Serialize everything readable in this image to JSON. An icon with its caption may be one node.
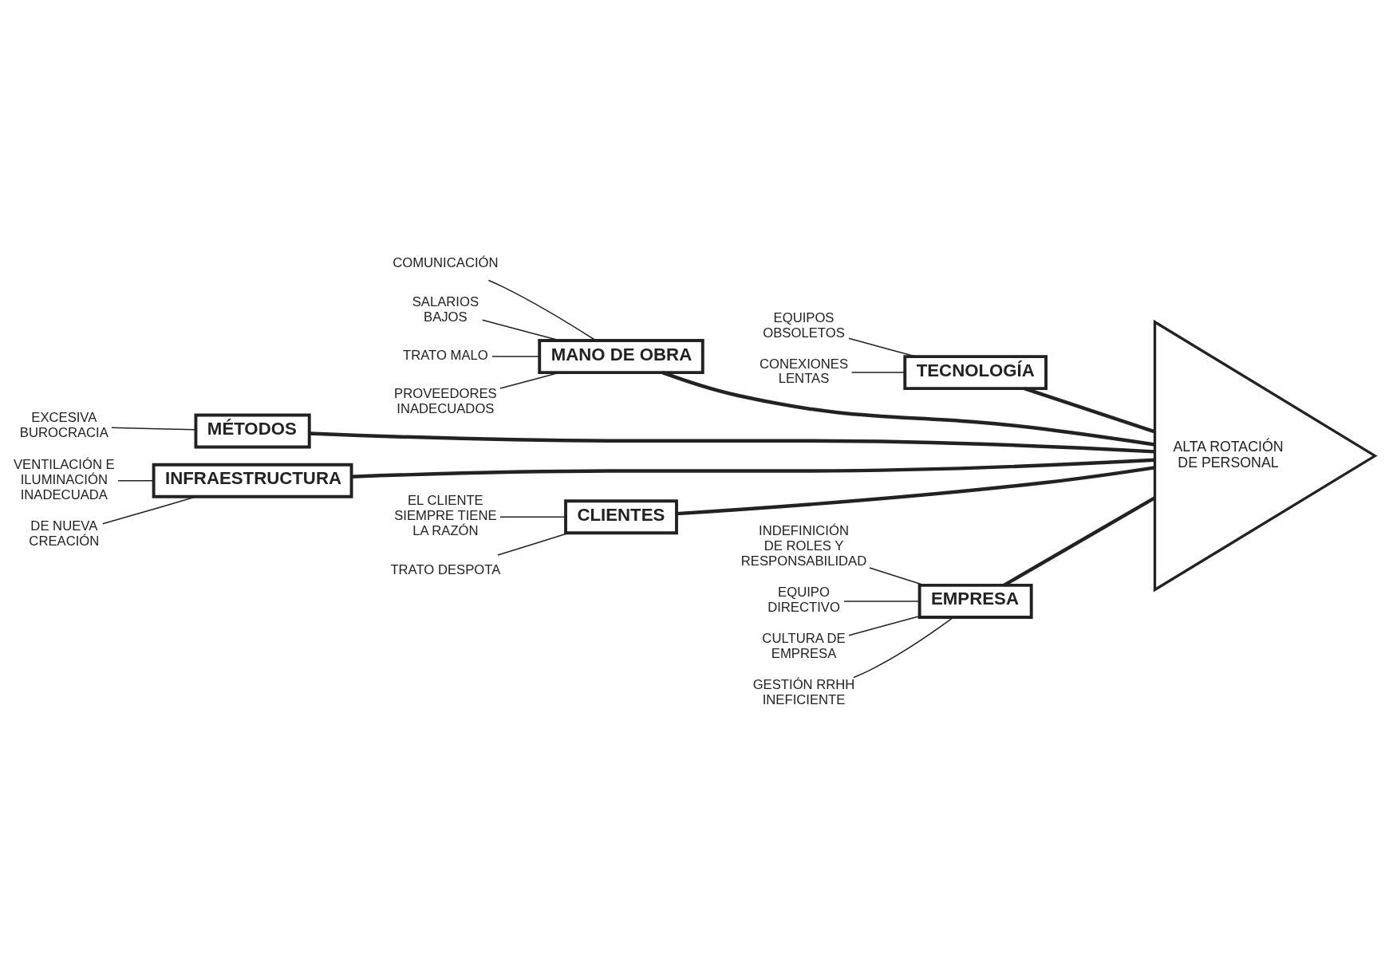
{
  "diagram": {
    "nodes": [
      {
        "text": [
          "MÉTODOS"
        ]
      },
      {
        "text": [
          "EXCESIVA BUROCRACIA"
        ]
      },
      {
        "text": [
          "MANO DE OBRA"
        ]
      },
      {
        "text": [
          "COMUNICACIÓN"
        ]
      },
      {
        "text": [
          "SALARIOS BAJOS"
        ]
      },
      {
        "text": [
          "TRATO MALO"
        ]
      },
      {
        "text": [
          "PROVEEDORES INADECUADOS"
        ]
      },
      {
        "text": [
          "TECNOLOGÍA"
        ]
      },
      {
        "text": [
          "EQUIPOS OBSOLETOS"
        ]
      },
      {
        "text": [
          "CONEXIONES LENTAS"
        ]
      },
      {
        "text": [
          "ALTA ROTACIÓN DE PERSONAL"
        ]
      },
      {
        "text": [
          "INFRAESTRUCTURA"
        ]
      },
      {
        "text": [
          "VENTILACIÓN E ILUMINACIÓN INADECUADA"
        ]
      },
      {
        "text": [
          "DE NUEVA CREACIÓN"
        ]
      },
      {
        "text": [
          "CLIENTES"
        ]
      },
      {
        "text": [
          "EL CLIENTE SIEMPRE TIENE LA RAZÓN"
        ]
      },
      {
        "text": [
          "TRATO DESPOTA"
        ]
      },
      {
        "text": [
          "EMPRESA"
        ]
      },
      {
        "text": [
          "INDEFINICIÓN DE ROLES Y RESPONSABILIDAD"
        ]
      },
      {
        "text": [
          "EQUIPO DIRECTIVO"
        ]
      },
      {
        "text": [
          "CULTURA DE EMPRESA"
        ]
      },
      {
        "text": [
          "GESTIÓN RRHH INEFICIENTE"
        ]
      }
    ],
    "edges": [
      {
        "from": 7,
        "to": 10,
        "arrow": "none",
        "style": "thick"
      },
      {
        "from": 2,
        "to": 10,
        "arrow": "none",
        "style": "thick"
      },
      {
        "from": 0,
        "to": 10,
        "arrow": "none",
        "style": "thick"
      },
      {
        "from": 11,
        "to": 10,
        "arrow": "none",
        "style": "thick"
      },
      {
        "from": 14,
        "to": 10,
        "arrow": "none",
        "style": "thick"
      },
      {
        "from": 17,
        "to": 10,
        "arrow": "none",
        "style": "thick"
      },
      {
        "from": 1,
        "to": 0,
        "arrow": "none"
      },
      {
        "from": 3,
        "to": 2,
        "arrow": "none"
      },
      {
        "from": 4,
        "to": 2,
        "arrow": "none"
      },
      {
        "from": 5,
        "to": 2,
        "arrow": "none"
      },
      {
        "from": 6,
        "to": 2,
        "arrow": "none"
      },
      {
        "from": 8,
        "to": 7,
        "arrow": "none"
      },
      {
        "from": 9,
        "to": 7,
        "arrow": "none"
      },
      {
        "from": 12,
        "to": 11,
        "arrow": "none"
      },
      {
        "from": 13,
        "to": 11,
        "arrow": "none"
      },
      {
        "from": 15,
        "to": 14,
        "arrow": "none"
      },
      {
        "from": 16,
        "to": 14,
        "arrow": "none"
      },
      {
        "from": 18,
        "to": 17,
        "arrow": "none"
      },
      {
        "from": 19,
        "to": 17,
        "arrow": "none"
      },
      {
        "from": 20,
        "to": 17,
        "arrow": "none"
      },
      {
        "from": 21,
        "to": 17,
        "arrow": "none"
      }
    ]
  }
}
